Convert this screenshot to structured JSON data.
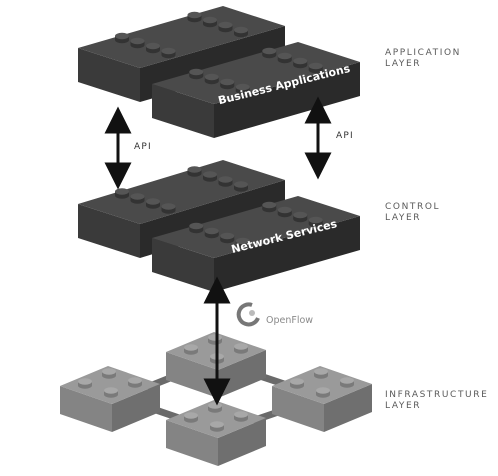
{
  "layers": {
    "application": {
      "line1": "APPLICATION",
      "line2": "LAYER",
      "block_text": "Business Applications"
    },
    "control": {
      "line1": "CONTROL",
      "line2": "LAYER",
      "block_text": "Network Services"
    },
    "infrastructure": {
      "line1": "INFRASTRUCTURE",
      "line2": "LAYER"
    }
  },
  "arrows": {
    "api_left": "API",
    "api_right": "API"
  },
  "openflow": {
    "label": "OpenFlow",
    "icon": "openflow-logo-icon"
  },
  "colors": {
    "dark_top": "#4a4a4a",
    "dark_front": "#3a3a3a",
    "dark_side": "#2a2a2a",
    "light_top": "#9a9a9a",
    "light_front": "#848484",
    "light_side": "#6f6f6f",
    "link": "#6a6a6a",
    "arrow": "#111111",
    "label": "#5a5a5a"
  }
}
